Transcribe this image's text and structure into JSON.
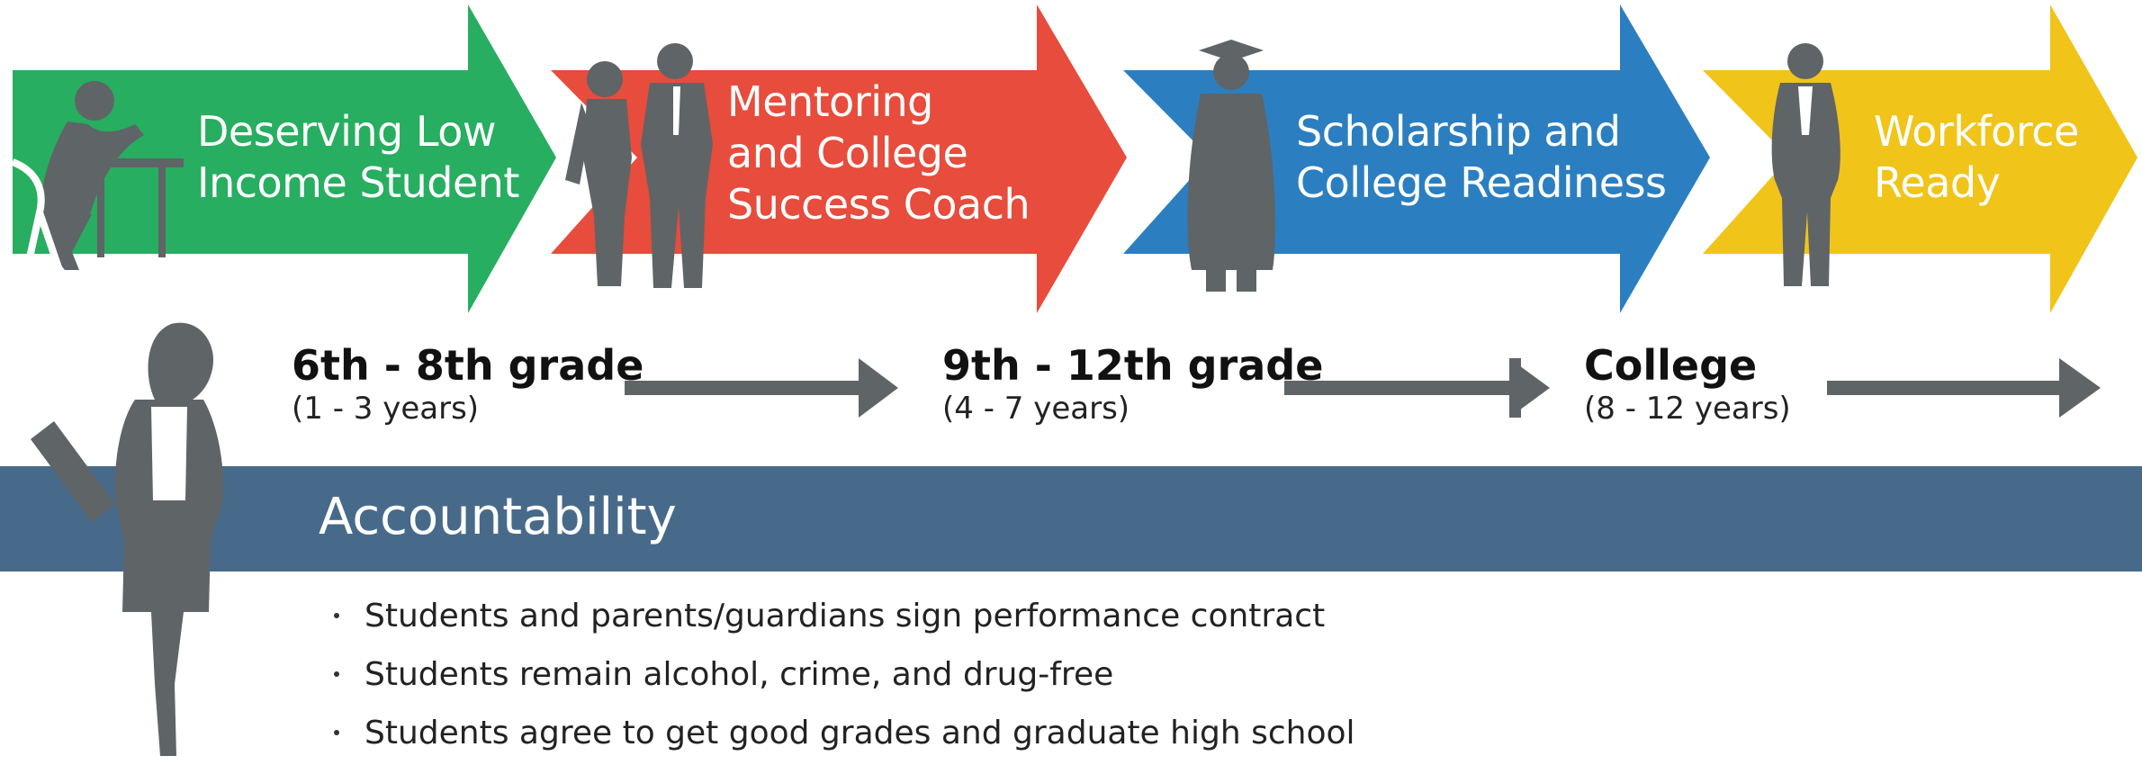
{
  "colors": {
    "green": "#27ae60",
    "red": "#e74c3c",
    "blue": "#2b7fc0",
    "yellow": "#f0c419",
    "band": "#486a8a",
    "silhouette": "#5f6467",
    "connector": "#5f6467"
  },
  "steps": [
    {
      "lines": [
        "Deserving Low",
        "Income Student"
      ],
      "color": "green",
      "icon": "student-at-desk-icon"
    },
    {
      "lines": [
        "Mentoring",
        "and College",
        "Success Coach"
      ],
      "color": "red",
      "icon": "mentor-and-student-icon"
    },
    {
      "lines": [
        "Scholarship and",
        "College Readiness"
      ],
      "color": "blue",
      "icon": "graduate-icon"
    },
    {
      "lines": [
        "Workforce",
        "Ready"
      ],
      "color": "yellow",
      "icon": "professional-icon"
    }
  ],
  "stages": [
    {
      "name": "6th - 8th grade",
      "years": "(1 - 3 years)"
    },
    {
      "name": "9th - 12th grade",
      "years": "(4 - 7 years)"
    },
    {
      "name": "College",
      "years": "(8 - 12 years)"
    }
  ],
  "accountability": {
    "title": "Accountability",
    "icon": "woman-with-clipboard-icon",
    "items": [
      "Students and parents/guardians sign performance contract",
      "Students remain alcohol, crime, and drug-free",
      "Students agree to get good grades and graduate high school"
    ]
  }
}
